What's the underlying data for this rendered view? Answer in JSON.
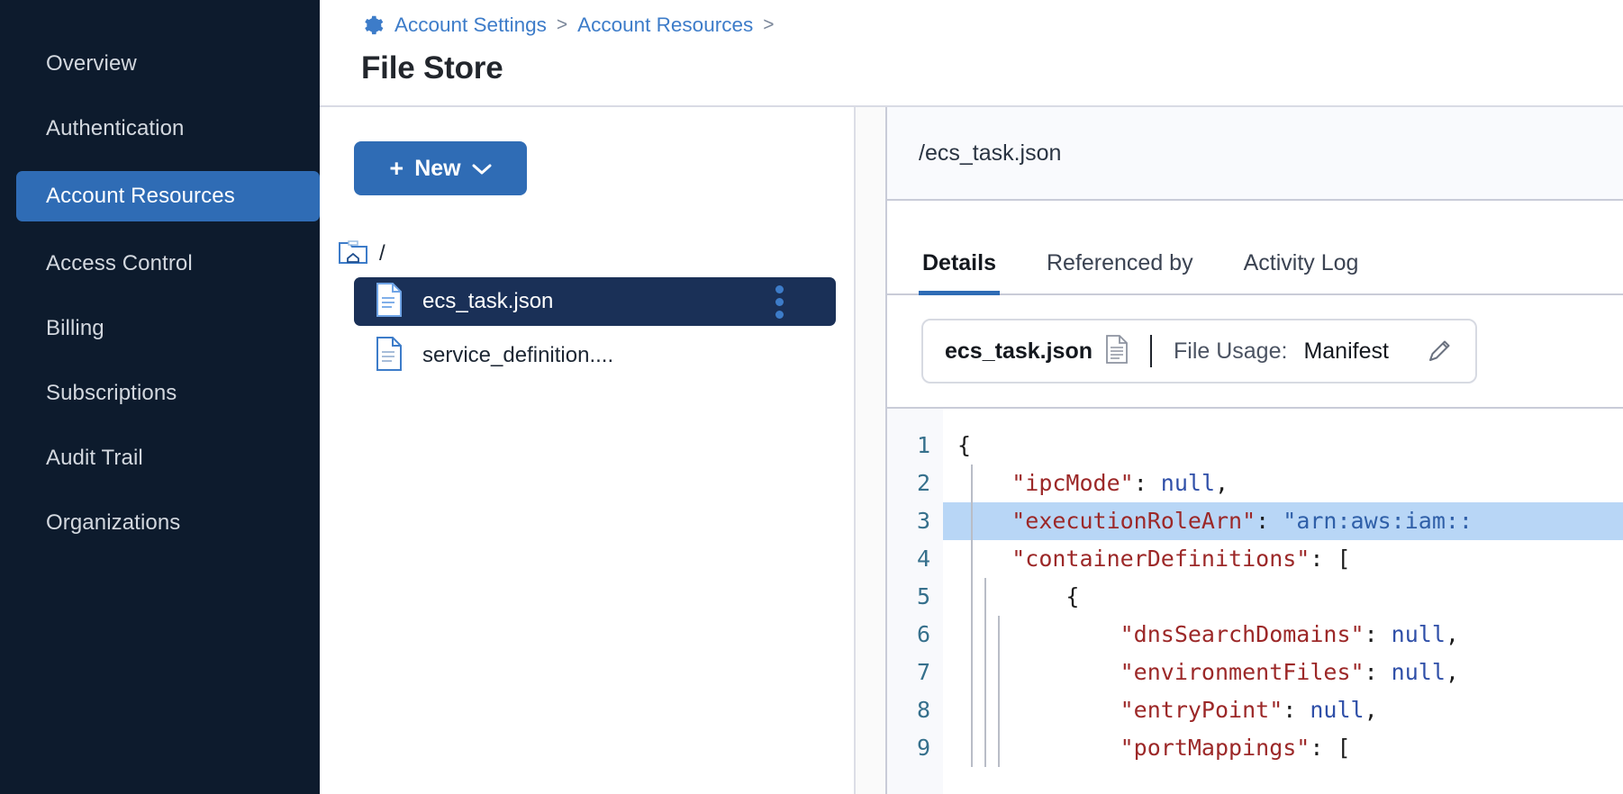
{
  "sidebar": {
    "items": [
      {
        "label": "Overview",
        "active": false
      },
      {
        "label": "Authentication",
        "active": false
      },
      {
        "label": "Account Resources",
        "active": true
      },
      {
        "label": "Access Control",
        "active": false
      },
      {
        "label": "Billing",
        "active": false
      },
      {
        "label": "Subscriptions",
        "active": false
      },
      {
        "label": "Audit Trail",
        "active": false
      },
      {
        "label": "Organizations",
        "active": false
      }
    ]
  },
  "header": {
    "gear_icon": "gear-icon",
    "breadcrumb": [
      {
        "label": "Account Settings",
        "sep": ">"
      },
      {
        "label": "Account Resources",
        "sep": ">"
      }
    ],
    "title": "File Store"
  },
  "tree_panel": {
    "new_button": {
      "plus": "+",
      "label": "New",
      "caret": "chevron-down-icon"
    },
    "root": {
      "icon": "folder-home-icon",
      "label": "/"
    },
    "files": [
      {
        "name": "ecs_task.json",
        "icon": "file-icon",
        "selected": true,
        "menu": "kebab-menu-icon"
      },
      {
        "name": "service_definition....",
        "icon": "file-icon",
        "selected": false
      }
    ]
  },
  "detail": {
    "path": "/ecs_task.json",
    "tabs": [
      {
        "label": "Details",
        "active": true
      },
      {
        "label": "Referenced by",
        "active": false
      },
      {
        "label": "Activity Log",
        "active": false
      }
    ],
    "usage_card": {
      "file_name": "ecs_task.json",
      "file_icon": "document-icon",
      "usage_label": "File Usage:",
      "usage_value": "Manifest",
      "edit_icon": "pencil-icon"
    },
    "editor": {
      "line_numbers": [
        "1",
        "2",
        "3",
        "4",
        "5",
        "6",
        "7",
        "8",
        "9"
      ],
      "highlighted_line": 3,
      "lines": [
        {
          "n": 1,
          "indent": 0,
          "text": "{",
          "tokens": [
            {
              "t": "punc",
              "v": "{"
            }
          ]
        },
        {
          "n": 2,
          "indent": 1,
          "text": "\"ipcMode\": null,",
          "tokens": [
            {
              "t": "key",
              "v": "\"ipcMode\""
            },
            {
              "t": "punc",
              "v": ": "
            },
            {
              "t": "null",
              "v": "null"
            },
            {
              "t": "punc",
              "v": ","
            }
          ]
        },
        {
          "n": 3,
          "indent": 1,
          "text": "\"executionRoleArn\": \"arn:aws:iam::",
          "tokens": [
            {
              "t": "key",
              "v": "\"executionRoleArn\""
            },
            {
              "t": "punc",
              "v": ": "
            },
            {
              "t": "str",
              "v": "\"arn:aws:iam::"
            }
          ]
        },
        {
          "n": 4,
          "indent": 1,
          "text": "\"containerDefinitions\": [",
          "tokens": [
            {
              "t": "key",
              "v": "\"containerDefinitions\""
            },
            {
              "t": "punc",
              "v": ": ["
            }
          ]
        },
        {
          "n": 5,
          "indent": 2,
          "text": "{",
          "tokens": [
            {
              "t": "punc",
              "v": "{"
            }
          ]
        },
        {
          "n": 6,
          "indent": 3,
          "text": "\"dnsSearchDomains\": null,",
          "tokens": [
            {
              "t": "key",
              "v": "\"dnsSearchDomains\""
            },
            {
              "t": "punc",
              "v": ": "
            },
            {
              "t": "null",
              "v": "null"
            },
            {
              "t": "punc",
              "v": ","
            }
          ]
        },
        {
          "n": 7,
          "indent": 3,
          "text": "\"environmentFiles\": null,",
          "tokens": [
            {
              "t": "key",
              "v": "\"environmentFiles\""
            },
            {
              "t": "punc",
              "v": ": "
            },
            {
              "t": "null",
              "v": "null"
            },
            {
              "t": "punc",
              "v": ","
            }
          ]
        },
        {
          "n": 8,
          "indent": 3,
          "text": "\"entryPoint\": null,",
          "tokens": [
            {
              "t": "key",
              "v": "\"entryPoint\""
            },
            {
              "t": "punc",
              "v": ": "
            },
            {
              "t": "null",
              "v": "null"
            },
            {
              "t": "punc",
              "v": ","
            }
          ]
        },
        {
          "n": 9,
          "indent": 3,
          "text": "\"portMappings\": [",
          "tokens": [
            {
              "t": "key",
              "v": "\"portMappings\""
            },
            {
              "t": "punc",
              "v": ": ["
            }
          ]
        }
      ]
    }
  },
  "colors": {
    "sidebar_bg": "#0d1b2d",
    "accent": "#2f6cb5",
    "selected_row": "#1a3057",
    "link": "#3d7cc9",
    "code_key": "#9c2828",
    "code_value": "#2f5fa8",
    "highlight": "#b8d6f6",
    "line_number": "#36708c"
  }
}
